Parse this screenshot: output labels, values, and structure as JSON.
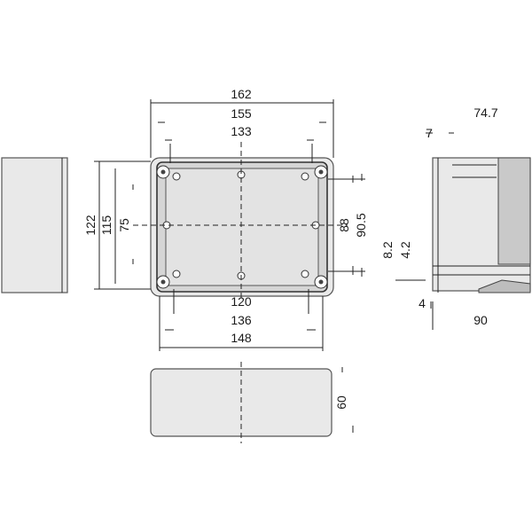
{
  "drawing": {
    "dimensions": {
      "top": [
        "162",
        "155",
        "133"
      ],
      "bottom": [
        "120",
        "136",
        "148"
      ],
      "left": [
        "122",
        "115",
        "75"
      ],
      "right": [
        "88",
        "90.5"
      ],
      "height": "60",
      "side_top": "74.7",
      "side_seven": "7",
      "side_d1": "8.2",
      "side_d2": "4.2",
      "side_four": "4",
      "side_ninety": "90"
    },
    "colors": {
      "line": "#222222",
      "body": "#e9e9e9",
      "lid": "#d5d5d5"
    }
  }
}
